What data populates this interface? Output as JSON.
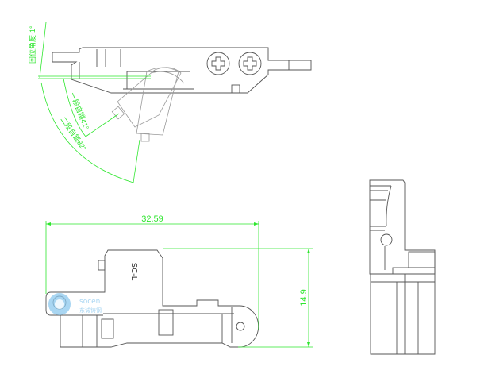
{
  "drawing": {
    "top_view": {
      "angle_labels": {
        "return": "回位角度-1°",
        "stage1": "一段自锁41°",
        "stage2": "二段自锁82°"
      }
    },
    "front_view": {
      "part_label": "SC-L",
      "width_dimension": "32.59",
      "height_dimension": "14.9"
    },
    "watermark": {
      "brand": "socen",
      "subtitle": "东诚铸钢"
    },
    "colors": {
      "outline": "#555555",
      "dimension": "#2ee62e"
    }
  }
}
